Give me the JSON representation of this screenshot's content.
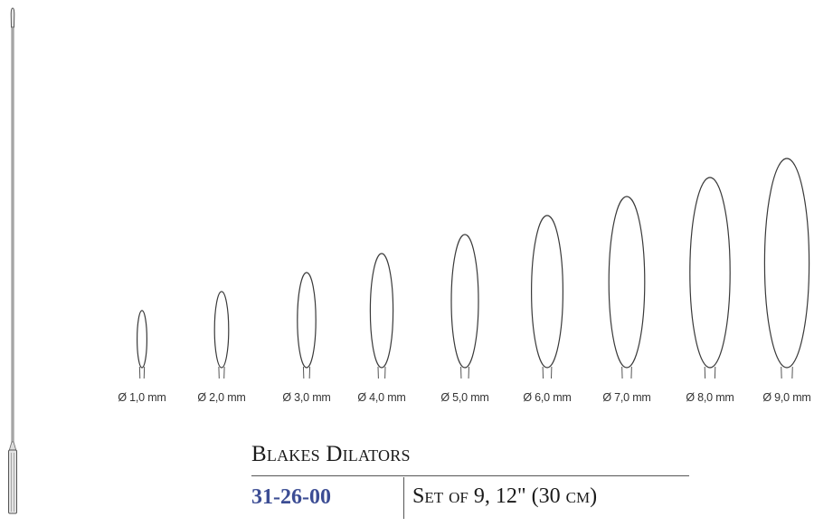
{
  "sizes": [
    {
      "label": "Ø 1,0 mm",
      "diameter_mm": 1.0
    },
    {
      "label": "Ø 2,0 mm",
      "diameter_mm": 2.0
    },
    {
      "label": "Ø 3,0 mm",
      "diameter_mm": 3.0
    },
    {
      "label": "Ø 4,0 mm",
      "diameter_mm": 4.0
    },
    {
      "label": "Ø 5,0 mm",
      "diameter_mm": 5.0
    },
    {
      "label": "Ø 6,0 mm",
      "diameter_mm": 6.0
    },
    {
      "label": "Ø 7,0 mm",
      "diameter_mm": 7.0
    },
    {
      "label": "Ø 8,0 mm",
      "diameter_mm": 8.0
    },
    {
      "label": "Ø 9,0 mm",
      "diameter_mm": 9.0
    }
  ],
  "product": {
    "title": "Blakes Dilators",
    "catalog_number": "31-26-00",
    "description": "Set of 9, 12\" (30 cm)"
  },
  "colors": {
    "catalog_number": "#3c4d94",
    "text": "#1a1a1a",
    "line": "#555555"
  }
}
